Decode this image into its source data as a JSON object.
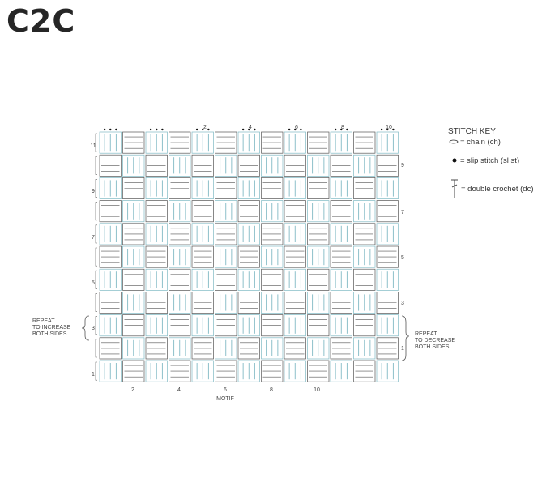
{
  "title": "C2C",
  "diagram": {
    "top_numbers": [
      "2",
      "4",
      "6",
      "8",
      "10"
    ],
    "bottom_numbers": [
      "2",
      "4",
      "6",
      "8",
      "10"
    ],
    "bottom_label": "MOTIF",
    "left_numbers": [
      "11",
      "9",
      "7",
      "5",
      "3",
      "1"
    ],
    "right_numbers": [
      "9",
      "7",
      "5",
      "3",
      "1"
    ],
    "left_note": [
      "REPEAT",
      "TO INCREASE",
      "BOTH SIDES"
    ],
    "right_note": [
      "REPEAT",
      "TO DECREASE",
      "BOTH SIDES"
    ],
    "grid": {
      "columns": 13,
      "rows": 11
    }
  },
  "stitch_key": {
    "title": "STITCH KEY",
    "items": [
      {
        "symbol": "chain-icon",
        "label": "= chain (ch)"
      },
      {
        "symbol": "slip-stitch-icon",
        "label": "=  slip stitch (sl st)"
      },
      {
        "symbol": "double-crochet-icon",
        "label": "= double crochet (dc)"
      }
    ]
  },
  "colors": {
    "stitch_teal": "#7fb9c4",
    "line_dark": "#555555"
  }
}
